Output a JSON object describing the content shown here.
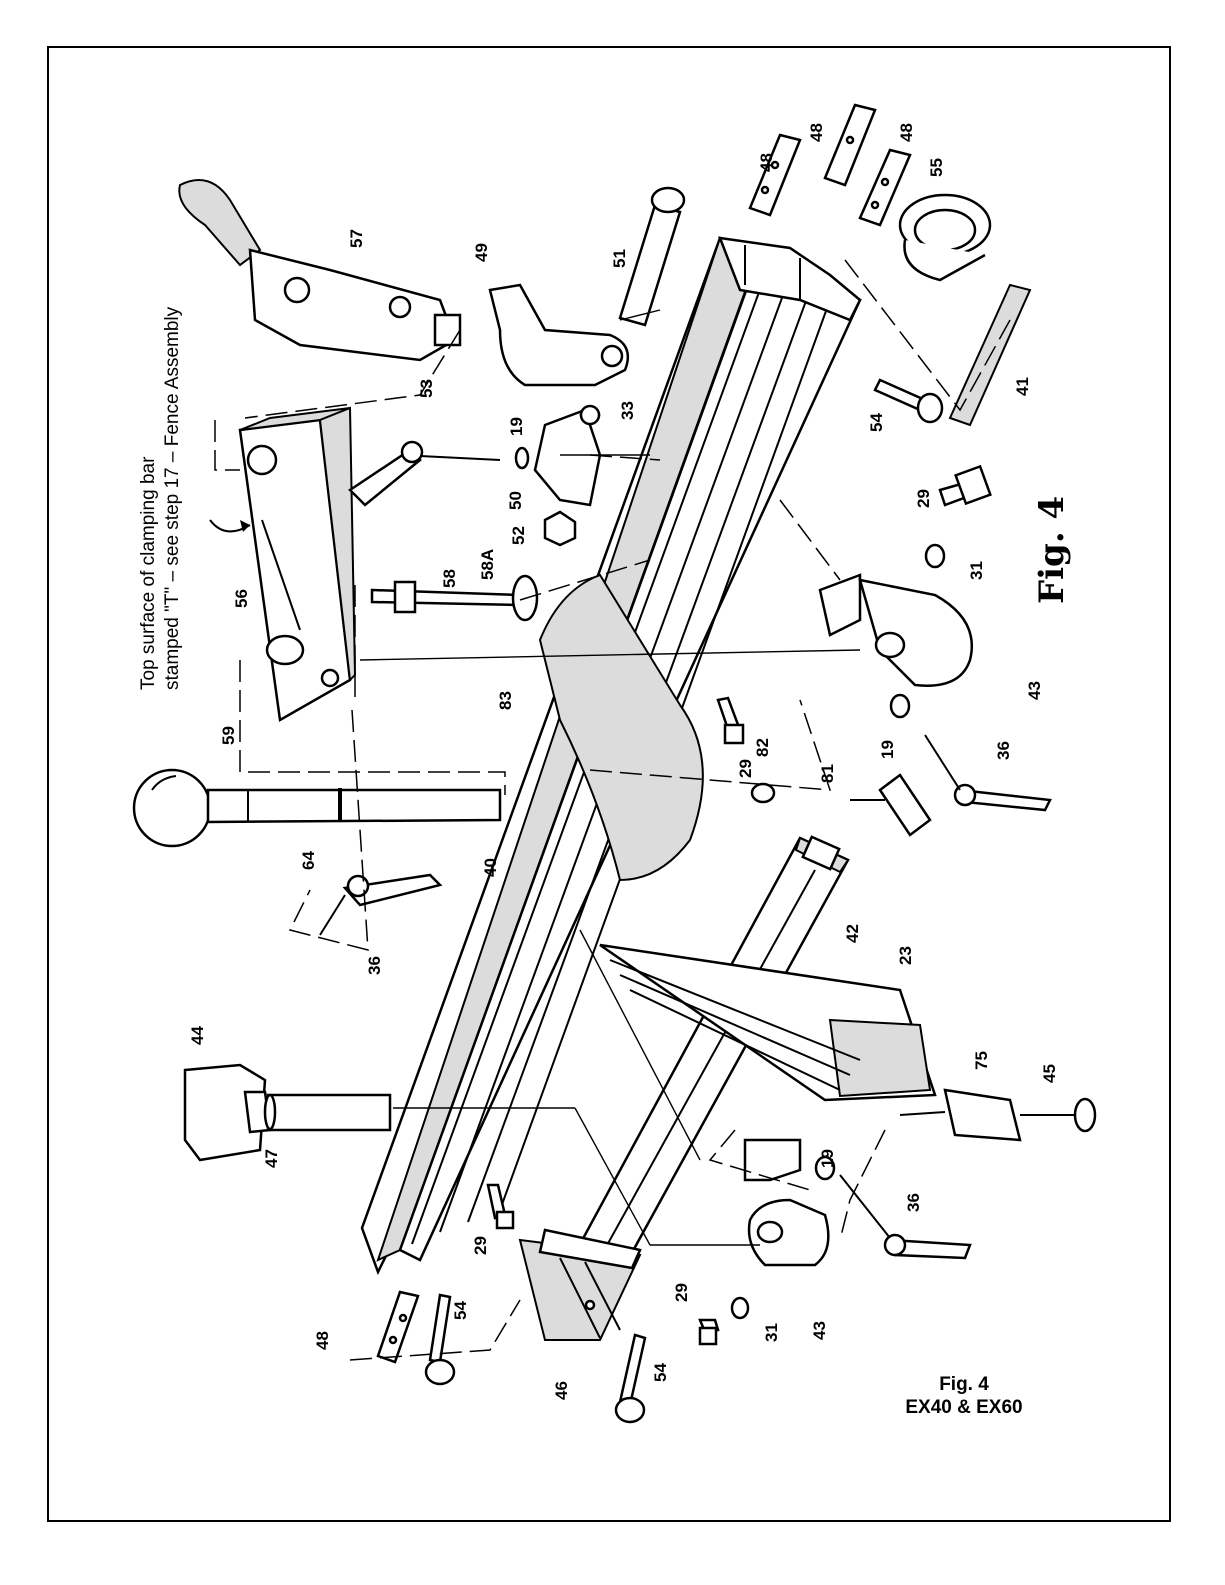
{
  "figure": {
    "rotated_title": "Fig. 4",
    "caption_line1": "Fig. 4",
    "caption_line2": "EX40 & EX60"
  },
  "note": {
    "line1": "Top surface of clamping bar",
    "line2": "stamped \"T\" – see step 17 – Fence Assembly"
  },
  "callouts": {
    "c19a": "19",
    "c19b": "19",
    "c19c": "19",
    "c23": "23",
    "c29a": "29",
    "c29b": "29",
    "c29c": "29",
    "c29d": "29",
    "c31a": "31",
    "c31b": "31",
    "c33": "33",
    "c36a": "36",
    "c36b": "36",
    "c36c": "36",
    "c40": "40",
    "c41": "41",
    "c42": "42",
    "c43a": "43",
    "c43b": "43",
    "c44": "44",
    "c45": "45",
    "c46": "46",
    "c47": "47",
    "c48a": "48",
    "c48b": "48",
    "c48c": "48",
    "c48d": "48",
    "c49": "49",
    "c50": "50",
    "c51": "51",
    "c52": "52",
    "c53": "53",
    "c54a": "54",
    "c54b": "54",
    "c54c": "54",
    "c55": "55",
    "c56": "56",
    "c57": "57",
    "c58": "58",
    "c58a": "58A",
    "c59": "59",
    "c64": "64",
    "c75": "75",
    "c81": "81",
    "c82": "82",
    "c83": "83"
  }
}
